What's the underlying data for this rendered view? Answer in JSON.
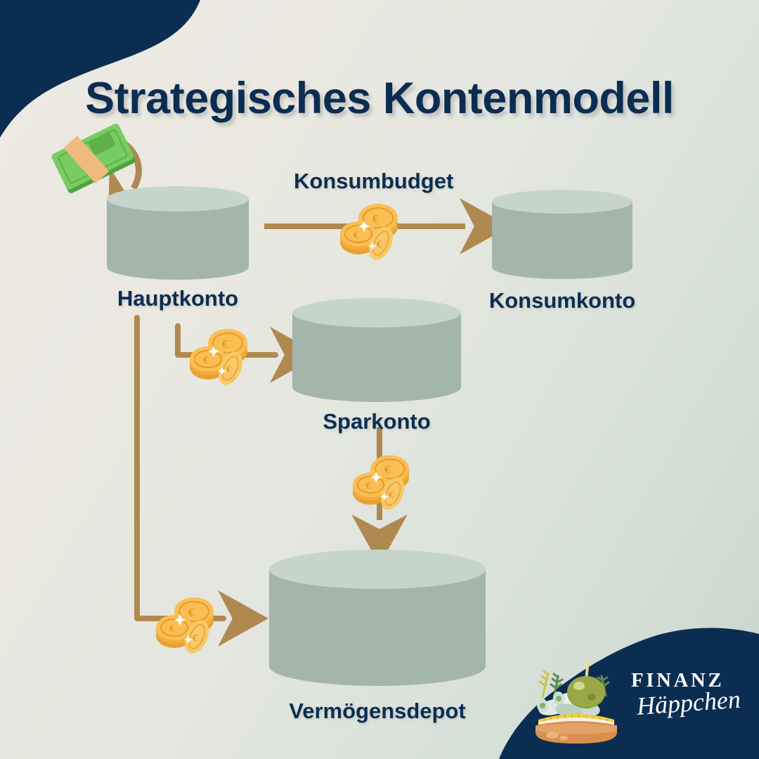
{
  "page": {
    "title": "Strategisches Kontenmodell",
    "language": "de"
  },
  "colors": {
    "navy": "#0c2d52",
    "arrow_bronze": "#b08950",
    "cylinder_body": "#a4b5ab",
    "cylinder_top": "#c6d5cb",
    "bg_light": "#edeae4",
    "bg_sage": "#c7d6cd",
    "coin_gold": "#f5b642",
    "banknote_green": "#70c05a",
    "olive_green": "#8a9a3c"
  },
  "diagram": {
    "type": "flow-diagram",
    "nodes": [
      {
        "id": "hauptkonto",
        "label": "Hauptkonto",
        "shape": "cylinder",
        "size": "medium"
      },
      {
        "id": "konsumkonto",
        "label": "Konsumkonto",
        "shape": "cylinder",
        "size": "medium"
      },
      {
        "id": "sparkonto",
        "label": "Sparkonto",
        "shape": "cylinder",
        "size": "large"
      },
      {
        "id": "vermoegensdepot",
        "label": "Vermögensdepot",
        "shape": "cylinder",
        "size": "xlarge"
      }
    ],
    "edges": [
      {
        "from": "income",
        "to": "hauptkonto",
        "label": "",
        "direction": "down",
        "icon": "banknote-icon"
      },
      {
        "from": "hauptkonto",
        "to": "konsumkonto",
        "label": "Konsumbudget",
        "direction": "right",
        "icon": "coins-icon"
      },
      {
        "from": "hauptkonto",
        "to": "sparkonto",
        "label": "",
        "direction": "right",
        "icon": "coins-icon"
      },
      {
        "from": "sparkonto",
        "to": "vermoegensdepot",
        "label": "",
        "direction": "down",
        "icon": "coins-icon"
      },
      {
        "from": "hauptkonto",
        "to": "vermoegensdepot",
        "label": "",
        "direction": "right",
        "icon": "coins-icon"
      }
    ]
  },
  "labels": {
    "konsumbudget": "Konsumbudget",
    "hauptkonto": "Hauptkonto",
    "konsumkonto": "Konsumkonto",
    "sparkonto": "Sparkonto",
    "vermoegensdepot": "Vermögensdepot"
  },
  "brand": {
    "name_primary": "FINANZ",
    "name_secondary": "Häppchen",
    "mark": "canape-with-olive-and-money-icon"
  },
  "icons": {
    "banknote": "euro-banknote-icon",
    "coins": "euro-coins-icon",
    "arrow_right": "arrow-right-icon",
    "arrow_down": "arrow-down-icon"
  }
}
